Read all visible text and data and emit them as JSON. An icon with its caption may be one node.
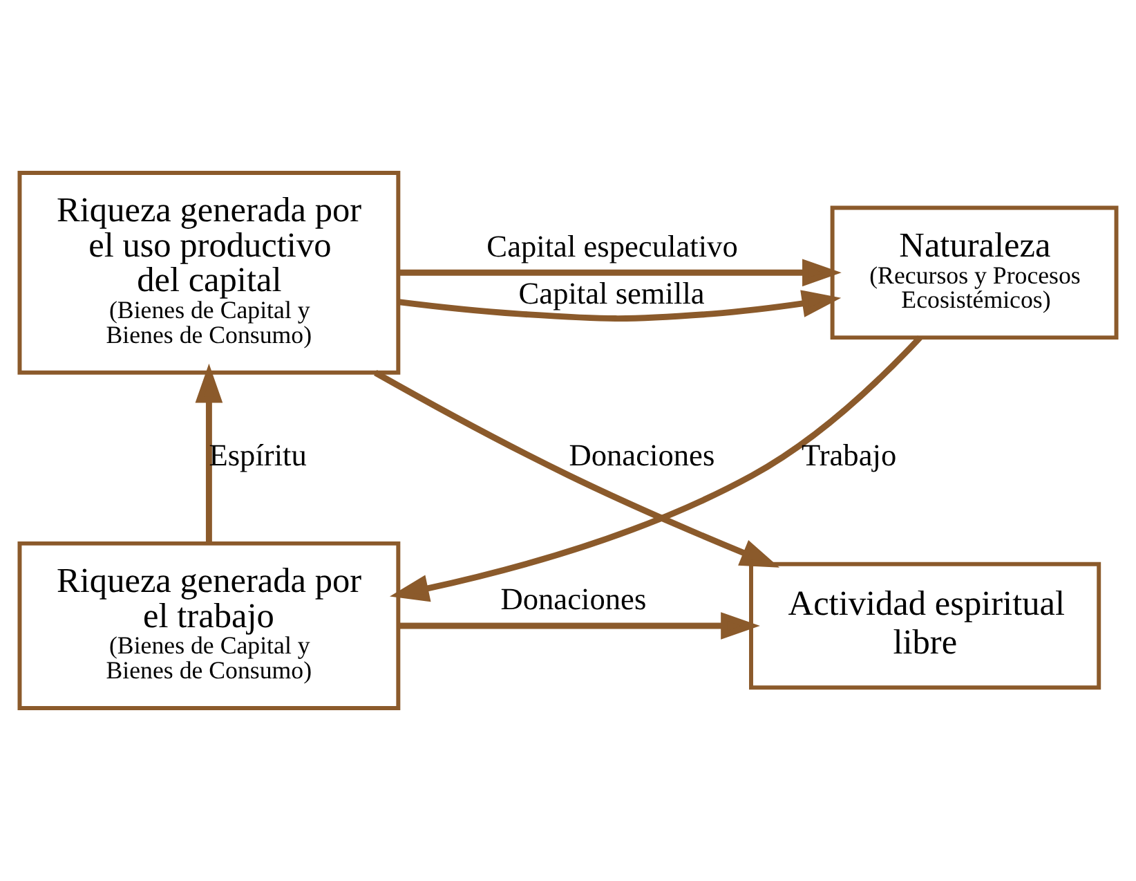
{
  "diagram": {
    "nodes": [
      {
        "text": [
          "Riqueza generada por el uso productivo del capital",
          "(Bienes de Capital y Bienes de Consumo)"
        ]
      },
      {
        "text": [
          "Naturaleza",
          "(Recursos y Procesos Ecosistémicos)"
        ]
      },
      {
        "text": [
          "Riqueza generada por el trabajo",
          "(Bienes de Capital y Bienes de Consumo)"
        ]
      },
      {
        "text": [
          "Actividad espiritual libre"
        ]
      }
    ],
    "edges": [
      {
        "from": 0,
        "to": 1,
        "arrow": "to",
        "label": "Capital especulativo"
      },
      {
        "from": 0,
        "to": 1,
        "arrow": "to",
        "label": "Capital semilla"
      },
      {
        "from": 1,
        "to": 2,
        "arrow": "to",
        "label": "Trabajo"
      },
      {
        "from": 2,
        "to": 0,
        "arrow": "to",
        "label": "Espíritu"
      },
      {
        "from": 0,
        "to": 3,
        "arrow": "to",
        "label": "Donaciones"
      },
      {
        "from": 2,
        "to": 3,
        "arrow": "to",
        "label": "Donaciones"
      }
    ]
  }
}
